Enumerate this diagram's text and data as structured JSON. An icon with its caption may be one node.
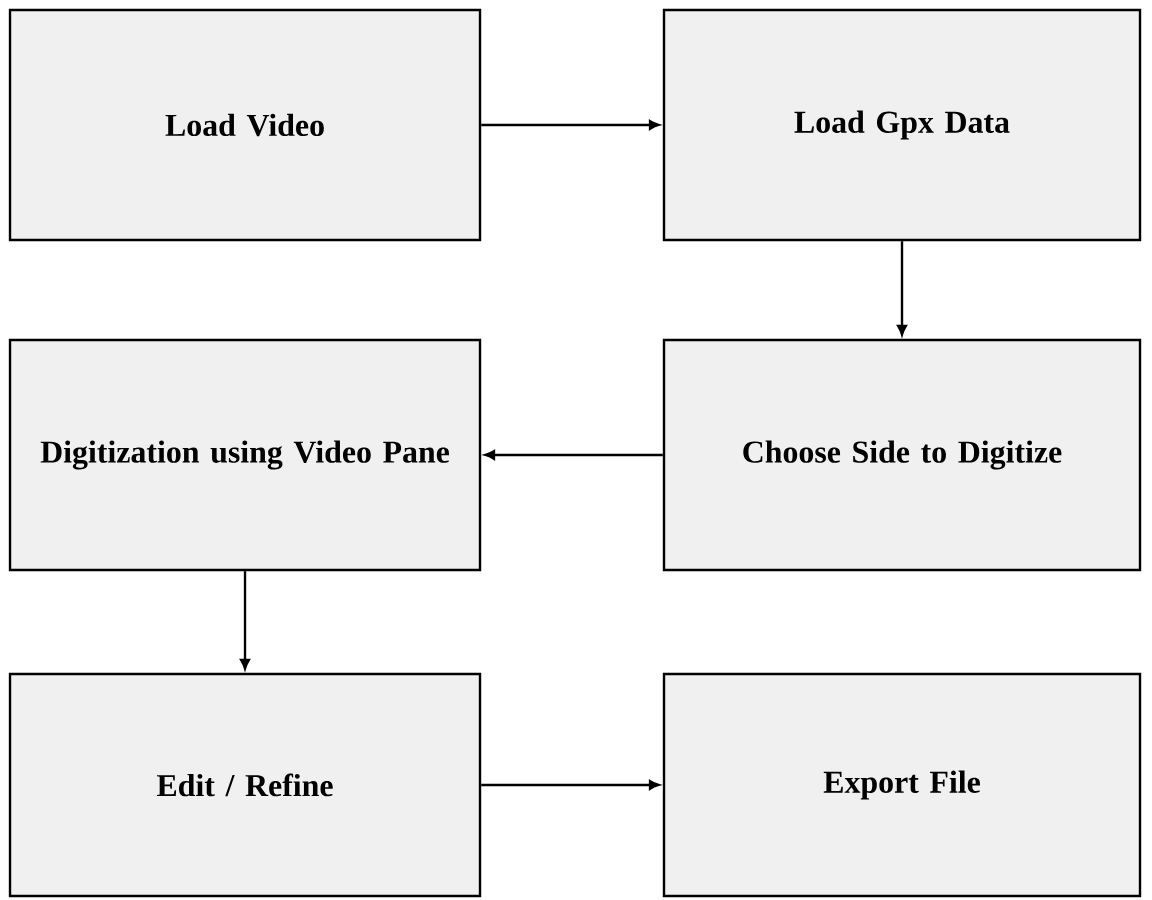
{
  "diagram": {
    "nodes": [
      {
        "text": [
          "Load Video"
        ]
      },
      {
        "text": [
          "Load Gpx Data"
        ]
      },
      {
        "text": [
          "Digitization using Video Pane"
        ]
      },
      {
        "text": [
          "Choose Side to Digitize"
        ]
      },
      {
        "text": [
          "Edit / Refine"
        ]
      },
      {
        "text": [
          "Export File"
        ]
      }
    ],
    "edges": [
      {
        "from": 0,
        "to": 1,
        "arrow": "to"
      },
      {
        "from": 1,
        "to": 3,
        "arrow": "to"
      },
      {
        "from": 3,
        "to": 2,
        "arrow": "to"
      },
      {
        "from": 2,
        "to": 4,
        "arrow": "to"
      },
      {
        "from": 4,
        "to": 5,
        "arrow": "to"
      }
    ]
  }
}
